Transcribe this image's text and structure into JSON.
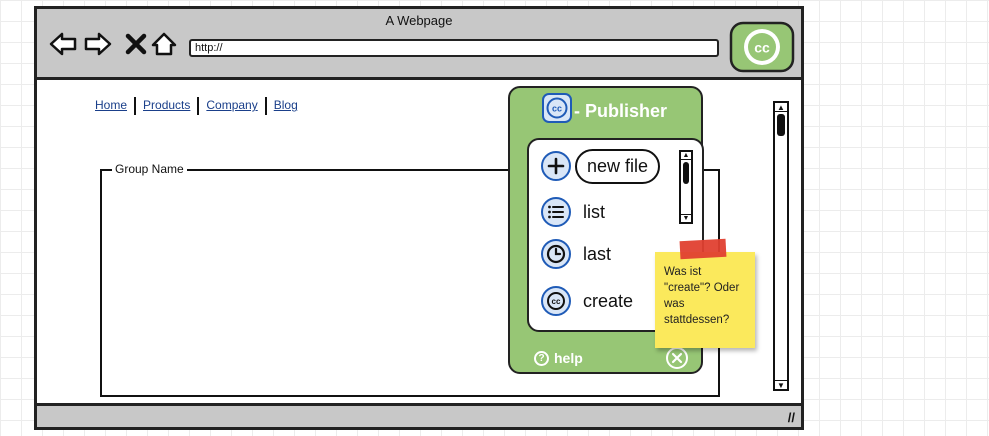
{
  "window": {
    "title": "A Webpage"
  },
  "address_bar": {
    "value": "http://"
  },
  "nav_links": [
    "Home",
    "Products",
    "Company",
    "Blog"
  ],
  "group": {
    "label": "Group Name"
  },
  "publisher": {
    "title": "- Publisher",
    "items": [
      {
        "label": "new file",
        "icon": "plus-icon"
      },
      {
        "label": "list",
        "icon": "list-icon"
      },
      {
        "label": "last",
        "icon": "clock-icon"
      },
      {
        "label": "create",
        "icon": "cc-icon"
      }
    ],
    "help_label": "help"
  },
  "sticky_note": {
    "text": "Was ist \"create\"? Oder was stattdessen?"
  },
  "colors": {
    "publisher_green": "#97c675",
    "icon_blue": "#1f5bb7",
    "link_blue": "#1a3f8a",
    "note_yellow": "#fbe95c",
    "tape_red": "#e04030"
  }
}
